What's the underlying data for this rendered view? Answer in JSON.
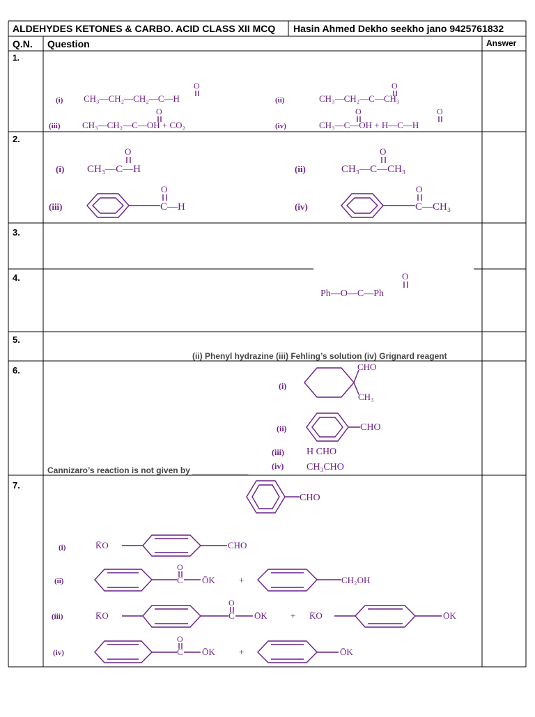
{
  "header": {
    "title": "ALDEHYDES KETONES & CARBO. ACID CLASS XII MCQ",
    "author": "Hasin Ahmed Dekho seekho jano 9425761832",
    "col_qn": "Q.N.",
    "col_question": "Question",
    "col_answer": "Answer"
  },
  "questions": [
    {
      "num": "1.",
      "options": {
        "i": "(i)",
        "ii": "(ii)",
        "iii": "(iii)",
        "iv": "(iv)"
      },
      "i_formula": "CH₃—CH₂—CH₂—C—H",
      "ii_formula": "CH₃—CH₂—C—CH₃",
      "iii_formula": "CH₃—CH₂—C—OH + CO₂",
      "iv_formula": "CH₃—C—OH + H—C—H"
    },
    {
      "num": "2.",
      "options": {
        "i": "(i)",
        "ii": "(ii)",
        "iii": "(iii)",
        "iv": "(iv)"
      },
      "i_formula": "CH₃—C—H",
      "ii_formula": "CH₃—C—CH₃",
      "iii_group": "C—H",
      "iv_group": "C—CH₃"
    },
    {
      "num": "3."
    },
    {
      "num": "4.",
      "formula": "Ph—O—C—Ph"
    },
    {
      "num": "5.",
      "text": "(ii) Phenyl hydrazine   (iii) Fehling’s solution  (iv) Grignard reagent"
    },
    {
      "num": "6.",
      "text": "Cannizaro’s reaction is not given by ____________",
      "options": {
        "i": "(i)",
        "ii": "(ii)",
        "iii": "(iii)",
        "iv": "(iv)"
      },
      "cho": "CHO",
      "ch3": "CH₃",
      "ii_group": "CHO",
      "iii_formula": "H CHO",
      "iv_formula": "CH₃CHO"
    },
    {
      "num": "7.",
      "reactant_group": "CHO",
      "options": {
        "i": "(i)",
        "ii": "(ii)",
        "iii": "(iii)",
        "iv": "(iv)"
      },
      "ko": "K̄O",
      "ok": "ŌK",
      "cho": "CHO",
      "ch2oh": "CH₂OH",
      "c": "C",
      "plus": "+"
    }
  ]
}
